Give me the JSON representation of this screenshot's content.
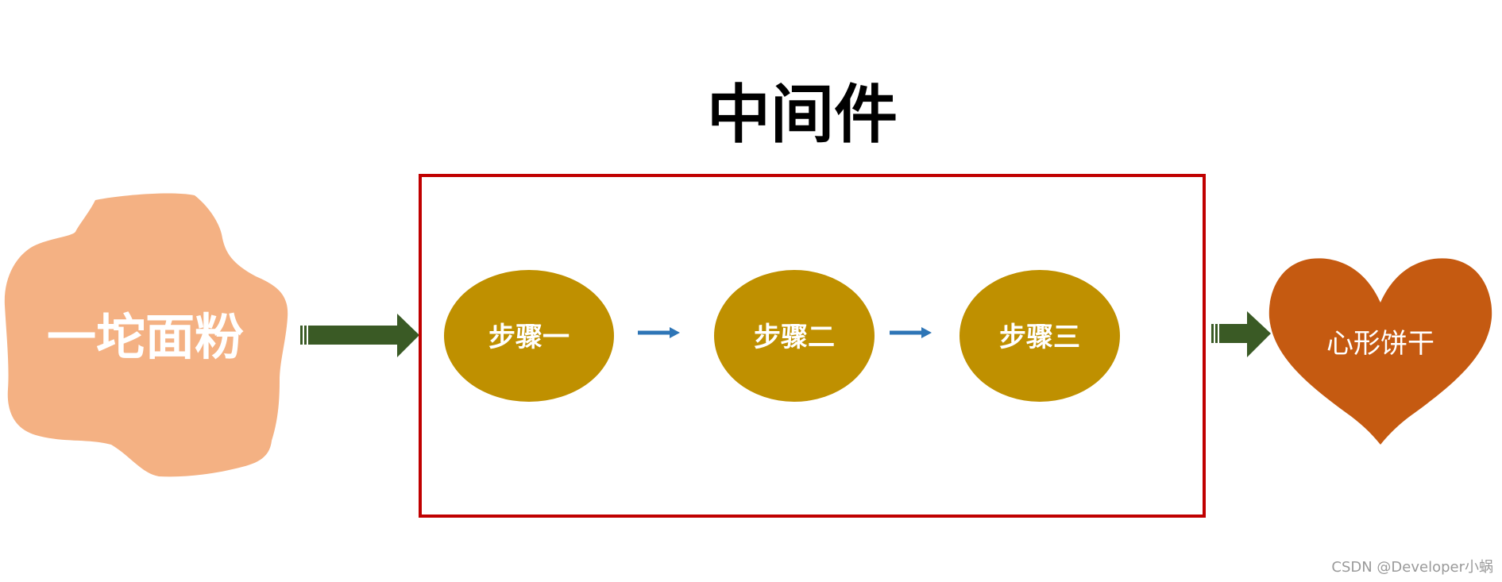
{
  "title": "中间件",
  "input": {
    "label": "一坨面粉",
    "color": "#F4B183"
  },
  "middleware_box": {
    "border_color": "#C00000"
  },
  "steps": [
    {
      "label": "步骤一"
    },
    {
      "label": "步骤二"
    },
    {
      "label": "步骤三"
    }
  ],
  "step_style": {
    "fill": "#BF9000",
    "arrow_color": "#2E75B6"
  },
  "big_arrow_color": "#3A5A25",
  "output": {
    "label": "心形饼干",
    "color": "#C55A11"
  },
  "watermark": "CSDN @Developer小蜗"
}
